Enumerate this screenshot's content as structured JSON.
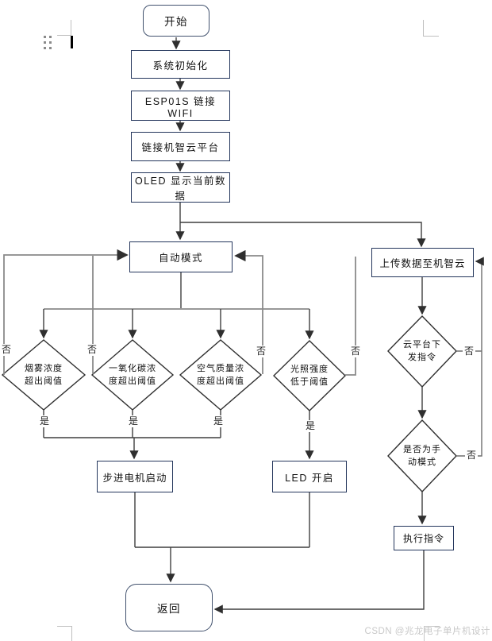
{
  "nodes": {
    "start": "开始",
    "init": "系统初始化",
    "wifi": "ESP01S 链接 WIFI",
    "cloud_link": "链接机智云平台",
    "oled": "OLED 显示当前数据",
    "auto_mode": "自动模式",
    "upload": "上传数据至机智云",
    "motor": "步进电机启动",
    "led": "LED 开启",
    "execute": "执行指令",
    "return": "返回"
  },
  "decisions": {
    "smoke": {
      "l1": "烟雾浓度",
      "l2": "超出阈值"
    },
    "co": {
      "l1": "一氧化碳浓",
      "l2": "度超出阈值"
    },
    "air": {
      "l1": "空气质量浓",
      "l2": "度超出阈值"
    },
    "light": {
      "l1": "光照强度",
      "l2": "低于阈值"
    },
    "cloud_cmd": {
      "l1": "云平台下",
      "l2": "发指令"
    },
    "manual": {
      "l1": "是否为手",
      "l2": "动模式"
    }
  },
  "labels": {
    "yes": "是",
    "no": "否"
  },
  "watermark": "CSDN @兆龙电子单片机设计",
  "colors": {
    "box_border": "#24365c",
    "terminator_border": "#42526e",
    "connector": "#3f3f3f",
    "loop_gray": "#8a8a8a",
    "watermark": "#c9c9c9"
  }
}
